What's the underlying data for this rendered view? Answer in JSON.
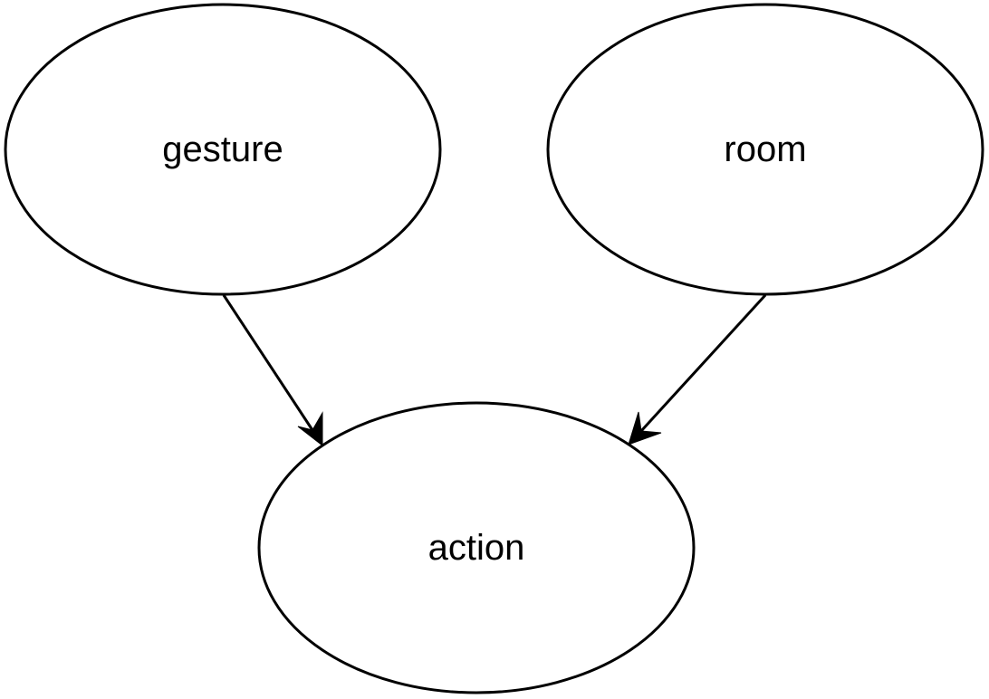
{
  "diagram": {
    "type": "directed-graph",
    "nodes": [
      {
        "id": "gesture",
        "label": "gesture"
      },
      {
        "id": "room",
        "label": "room"
      },
      {
        "id": "action",
        "label": "action"
      }
    ],
    "edges": [
      {
        "from": "gesture",
        "to": "action"
      },
      {
        "from": "room",
        "to": "action"
      }
    ],
    "colors": {
      "stroke": "#000000",
      "fill": "#ffffff",
      "text": "#000000"
    }
  }
}
